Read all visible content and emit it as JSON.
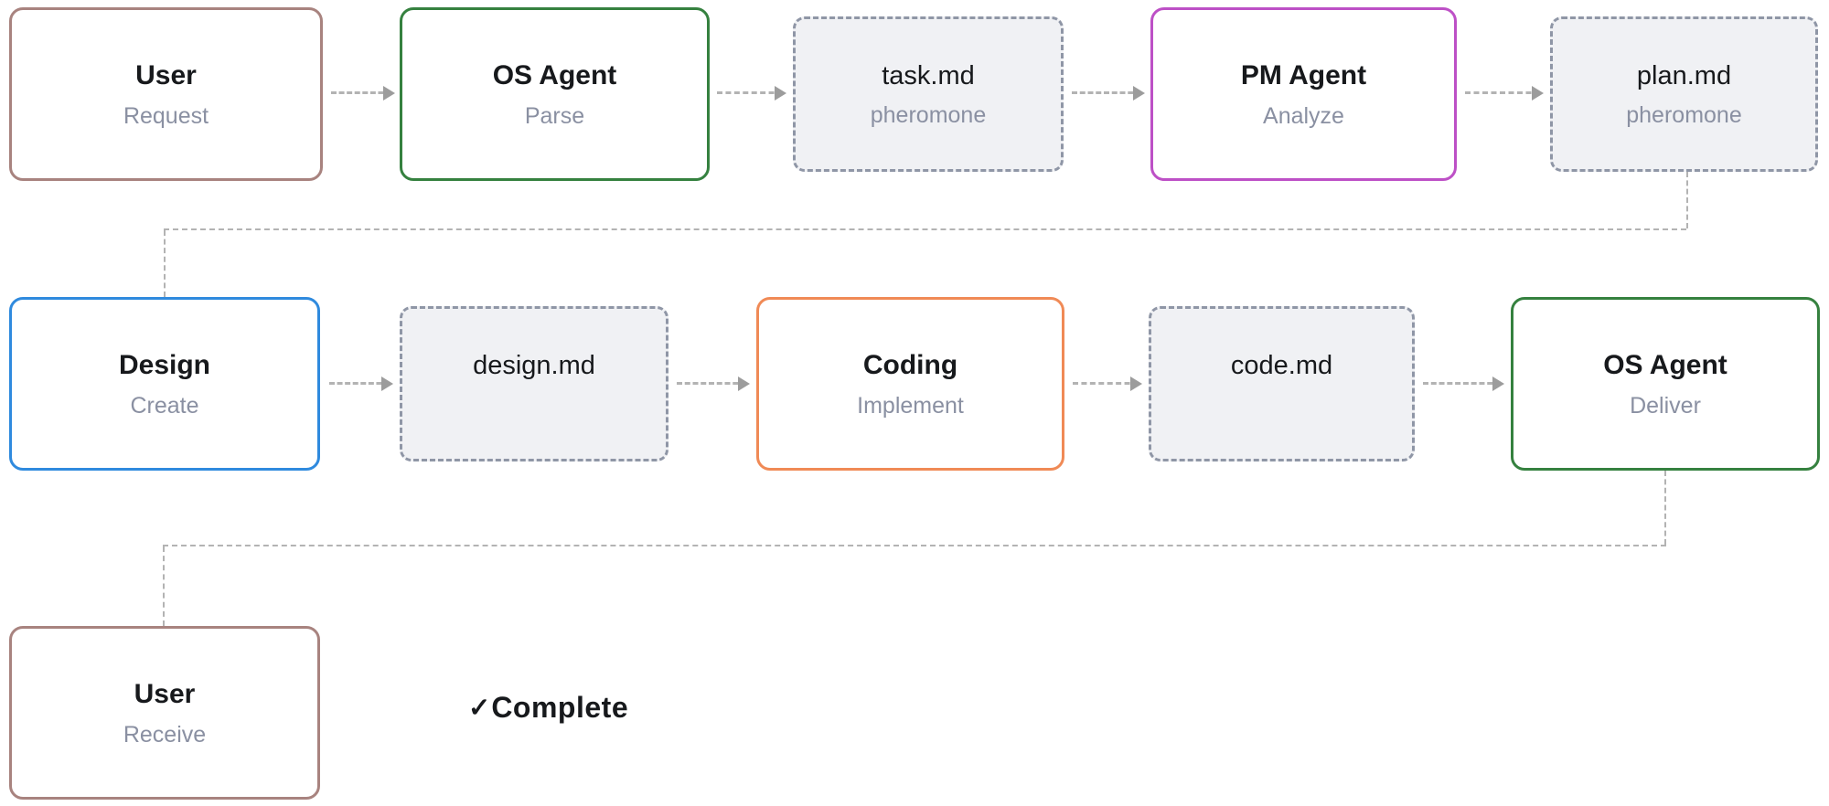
{
  "colors": {
    "rose_border": "#a8837f",
    "green_border": "#35813f",
    "magenta_border": "#bd50c6",
    "blue_border": "#2f8ade",
    "orange_border": "#f08a56",
    "file_border": "#8f96a6",
    "file_fill": "#f0f1f4",
    "node_fill": "#ffffff",
    "title_text": "#17191c",
    "subtitle_text": "#8a90a2",
    "connector": "#b3b3b3",
    "arrowhead": "#9c9c9c"
  },
  "nodes": {
    "user_request": {
      "title": "User",
      "subtitle": "Request"
    },
    "os_agent_parse": {
      "title": "OS Agent",
      "subtitle": "Parse"
    },
    "task_md": {
      "title": "task.md",
      "subtitle": "pheromone"
    },
    "pm_agent_analyze": {
      "title": "PM Agent",
      "subtitle": "Analyze"
    },
    "plan_md": {
      "title": "plan.md",
      "subtitle": "pheromone"
    },
    "design_create": {
      "title": "Design",
      "subtitle": "Create"
    },
    "design_md": {
      "title": "design.md"
    },
    "coding_implement": {
      "title": "Coding",
      "subtitle": "Implement"
    },
    "code_md": {
      "title": "code.md"
    },
    "os_agent_deliver": {
      "title": "OS Agent",
      "subtitle": "Deliver"
    },
    "user_receive": {
      "title": "User",
      "subtitle": "Receive"
    }
  },
  "status": {
    "check_icon": "✓",
    "label": "Complete"
  }
}
